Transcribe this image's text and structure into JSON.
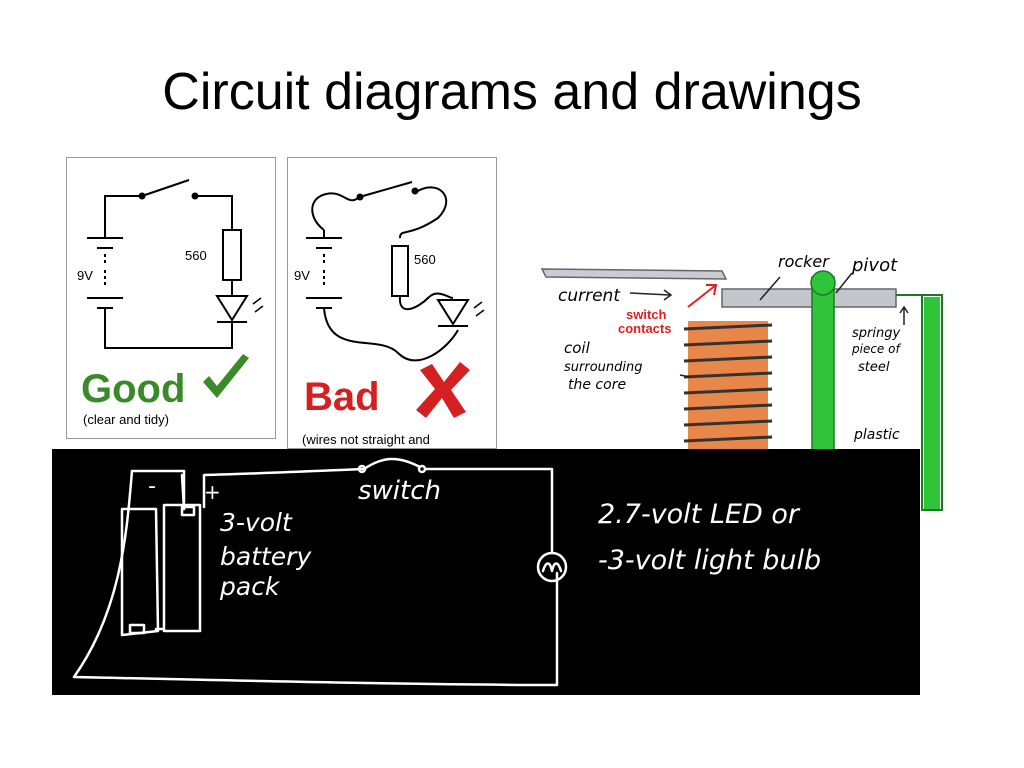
{
  "slide": {
    "title": "Circuit diagrams and drawings"
  },
  "good_panel": {
    "voltage": "9V",
    "resistor": "560",
    "verdict": "Good",
    "caption": "(clear and tidy)",
    "colors": {
      "verdict": "#3a8a2a"
    }
  },
  "bad_panel": {
    "voltage": "9V",
    "resistor": "560",
    "verdict": "Bad",
    "caption": "(wires not straight and",
    "colors": {
      "verdict": "#d42020"
    }
  },
  "relay_panel": {
    "labels": {
      "current": "current",
      "rocker": "rocker",
      "pivot": "pivot",
      "switch_contacts_1": "switch",
      "switch_contacts_2": "contacts",
      "coil_1": "coil",
      "coil_2": "surrounding",
      "coil_3": "the core",
      "spring_1": "springy",
      "spring_2": "piece of",
      "spring_3": "steel",
      "plastic": "plastic"
    },
    "colors": {
      "coil": "#e8874a",
      "frame": "#2fc43a",
      "contacts_label": "#e02020"
    }
  },
  "hand_panel": {
    "minus": "-",
    "plus": "+",
    "switch": "switch",
    "battery_1": "3-volt",
    "battery_2": "battery",
    "battery_3": "pack",
    "lamp_1": "2.7-volt LED or",
    "lamp_2": "-3-volt light bulb"
  }
}
